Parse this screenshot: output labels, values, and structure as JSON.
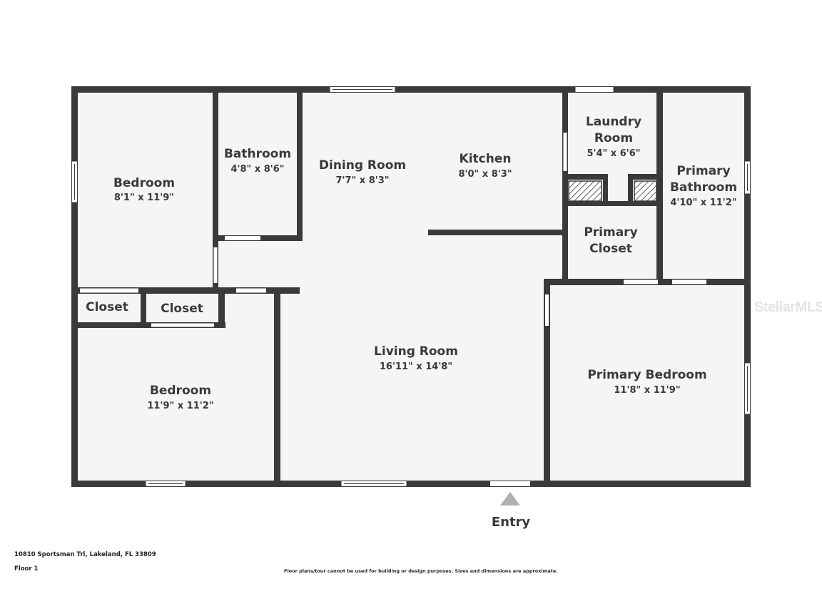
{
  "plan": {
    "rooms": [
      {
        "name": "Bedroom",
        "dims": "8'1\" x 11'9\""
      },
      {
        "name": "Bathroom",
        "dims": "4'8\" x 8'6\""
      },
      {
        "name": "Dining Room",
        "dims": "7'7\" x 8'3\""
      },
      {
        "name": "Kitchen",
        "dims": "8'0\" x 8'3\""
      },
      {
        "name": "Laundry Room",
        "name_lines": [
          "Laundry",
          "Room"
        ],
        "dims": "5'4\" x 6'6\""
      },
      {
        "name": "Primary Bathroom",
        "name_lines": [
          "Primary",
          "Bathroom"
        ],
        "dims": "4'10\" x 11'2\""
      },
      {
        "name": "Primary Closet",
        "name_lines": [
          "Primary",
          "Closet"
        ],
        "dims": ""
      },
      {
        "name": "Closet",
        "dims": ""
      },
      {
        "name": "Closet",
        "dims": ""
      },
      {
        "name": "Bedroom",
        "dims": "11'9\" x 11'2\""
      },
      {
        "name": "Living Room",
        "dims": "16'11\" x 14'8\""
      },
      {
        "name": "Primary Bedroom",
        "dims": "11'8\" x 11'9\""
      }
    ],
    "entry_label": "Entry"
  },
  "footer": {
    "address": "10810 Sportsman Trl, Lakeland, FL 33809",
    "floor": "Floor 1",
    "disclaimer": "Floor plans/tour cannot be used for building or design purposes. Sizes and dimensions are approximate."
  },
  "watermark": "StellarMLS",
  "colors": {
    "wall": "#3a3a3a",
    "floor": "#f5f5f5",
    "opening": "#ffffff"
  }
}
